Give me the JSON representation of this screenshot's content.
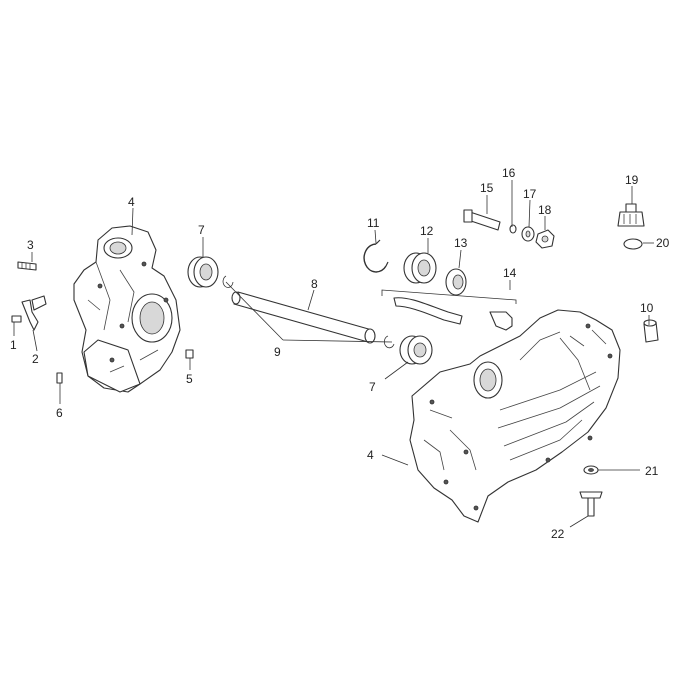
{
  "diagram": {
    "callouts": [
      {
        "id": "c1",
        "label": "1"
      },
      {
        "id": "c2",
        "label": "2"
      },
      {
        "id": "c3",
        "label": "3"
      },
      {
        "id": "c4a",
        "label": "4"
      },
      {
        "id": "c4b",
        "label": "4"
      },
      {
        "id": "c5",
        "label": "5"
      },
      {
        "id": "c6",
        "label": "6"
      },
      {
        "id": "c7a",
        "label": "7"
      },
      {
        "id": "c7b",
        "label": "7"
      },
      {
        "id": "c8",
        "label": "8"
      },
      {
        "id": "c9",
        "label": "9"
      },
      {
        "id": "c10",
        "label": "10"
      },
      {
        "id": "c11",
        "label": "11"
      },
      {
        "id": "c12",
        "label": "12"
      },
      {
        "id": "c13",
        "label": "13"
      },
      {
        "id": "c14",
        "label": "14"
      },
      {
        "id": "c15",
        "label": "15"
      },
      {
        "id": "c16",
        "label": "16"
      },
      {
        "id": "c17",
        "label": "17"
      },
      {
        "id": "c18",
        "label": "18"
      },
      {
        "id": "c19",
        "label": "19"
      },
      {
        "id": "c20",
        "label": "20"
      },
      {
        "id": "c21",
        "label": "21"
      },
      {
        "id": "c22",
        "label": "22"
      }
    ]
  }
}
